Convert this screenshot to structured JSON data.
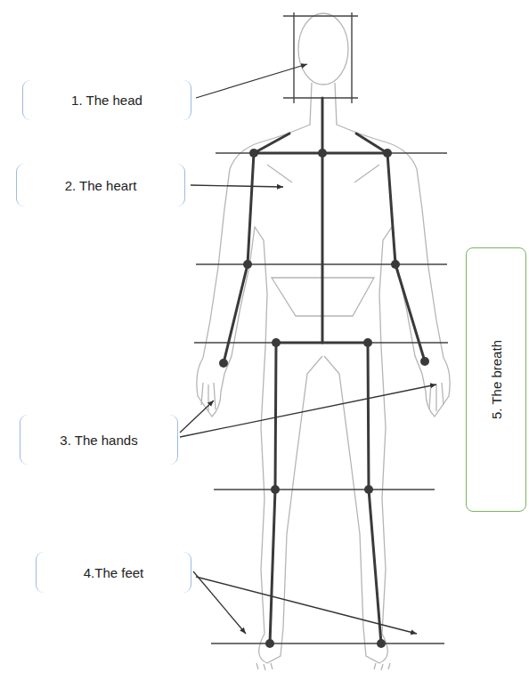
{
  "diagram": {
    "nodes": [
      {
        "text": [
          "1. The head"
        ]
      },
      {
        "text": [
          "2. The heart"
        ]
      },
      {
        "text": [
          "3. The hands"
        ]
      },
      {
        "text": [
          "4.The feet"
        ]
      },
      {
        "text": [
          "5. The breath"
        ]
      }
    ]
  }
}
